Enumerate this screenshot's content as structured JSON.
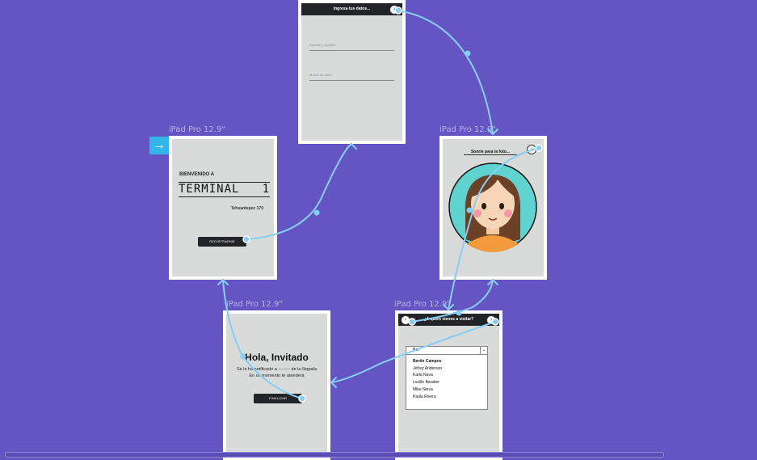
{
  "artboard_label": "iPad Pro 12.9\"",
  "welcome": {
    "kicker": "BIENVENIDO A",
    "title_main": "TERMINAL",
    "title_num": "1",
    "address": "Tehuantepec 170",
    "register_btn": "REGISTRARME"
  },
  "form": {
    "header": "Ingresa tus datos...",
    "name_field": "Nombre y Apellido",
    "reason_field": "Motivo de visita",
    "next_icon": "chevron-right-icon"
  },
  "photo": {
    "header": "Sonríe para la foto...",
    "next_icon": "chevron-right-icon"
  },
  "visit": {
    "header": "¿A quién vienes a visitar?",
    "select_value": "Ber",
    "options": [
      "Bertin Campos",
      "Jefrey Anderson",
      "Karla Nava",
      "Lucille Baratier",
      "Mike Nieva",
      "Paula Rivera"
    ]
  },
  "hello": {
    "title": "Hola, Invitado",
    "line1": "Se le ha notificado a -------- de tu llegada",
    "line2": "En un momento te atenderá",
    "finish_btn": "FINALIZAR"
  },
  "colors": {
    "canvas": "#6455c2",
    "screen": "#d8dbda",
    "link": "#87cdf4",
    "start_flag": "#32b6ea"
  }
}
